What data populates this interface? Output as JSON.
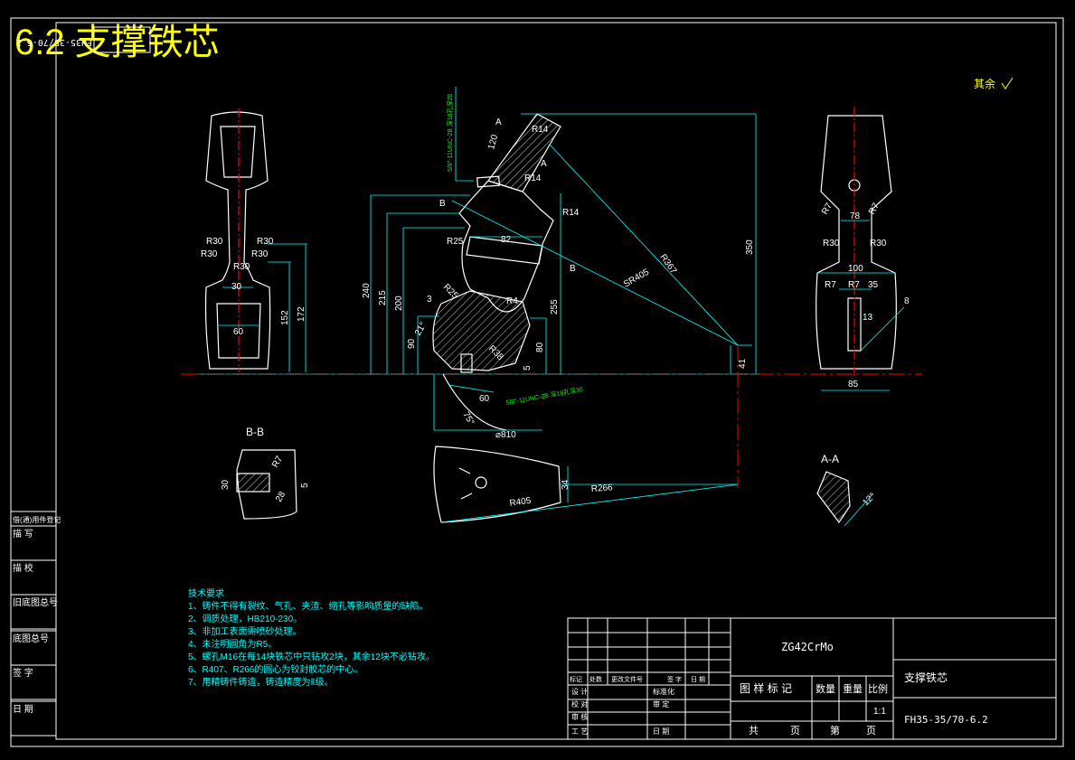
{
  "page_title": "6.2 支撑铁芯",
  "stamp_code": "FH35-35/70-6.2",
  "roughness_note": "其余",
  "left_strip": [
    "借(通)用件登记",
    "描 写",
    "描 校",
    "旧底图总号",
    "底图总号",
    "签 字",
    "日 期"
  ],
  "tech_requirements": {
    "title": "技术要求",
    "items": [
      "1、铸件不得有裂纹、气孔、夹渣、缩孔等影响质量的缺陷。",
      "2、调质处理，HB210-230。",
      "3、非加工表面需喷砂处理。",
      "4、未注明圆角为R5。",
      "5、螺孔M16在每14块铁芯中只钻攻2块，其余12块不必钻攻。",
      "6、R407、R266的圆心为铰封胶芯的中心。",
      "7、用精铸件铸造，铸造精度为Ⅱ级。"
    ]
  },
  "title_block": {
    "material": "ZG42CrMo",
    "part_name": "支撑铁芯",
    "drawing_number": "FH35-35/70-6.2",
    "scale": "1:1",
    "headers": [
      "图 样 标 记",
      "数量",
      "重量",
      "比例"
    ],
    "sheet_labels": [
      "共",
      "页",
      "第",
      "页"
    ],
    "rev_headers": [
      "标记",
      "处数",
      "更改文件号",
      "签 字",
      "日 期"
    ],
    "sign_rows": [
      [
        "设 计",
        "标准化"
      ],
      [
        "校 对",
        "审 定"
      ],
      [
        "审 核",
        ""
      ],
      [
        "工 艺",
        "日 期"
      ]
    ]
  },
  "views": {
    "section_bb": "B-B",
    "section_aa": "A-A"
  },
  "dimensions": {
    "left_view": [
      "R30",
      "R30",
      "R30",
      "R30",
      "R30",
      "30",
      "60",
      "152",
      "172"
    ],
    "main_view": [
      "120",
      "A",
      "R14",
      "R14",
      "A",
      "R14",
      "B",
      "B",
      "82",
      "R25",
      "R25",
      "R367",
      "SR405",
      "350",
      "240",
      "215",
      "200",
      "255",
      "3",
      "90",
      "21°",
      "R4",
      "R38",
      "80",
      "5",
      "41",
      "60",
      "75°",
      "⌀810",
      "5/8\"-11UNC-2B 深18孔深30",
      "5/8\"-11UNC-2B 深18孔深25"
    ],
    "right_view": [
      "R7",
      "R7",
      "78",
      "R30",
      "R30",
      "100",
      "R7",
      "R7",
      "35",
      "13",
      "8",
      "85"
    ],
    "bb_view": [
      "30",
      "R7",
      "5",
      "28"
    ],
    "bottom_view": [
      "R405",
      "R266",
      "34"
    ],
    "aa_view": [
      "12°"
    ]
  },
  "colors": {
    "background": "#000000",
    "outline": "#ffffff",
    "dimension": "#00ffff",
    "centerline": "#ff0000",
    "title_yellow": "#ffff00",
    "dim_green": "#00ff00"
  }
}
